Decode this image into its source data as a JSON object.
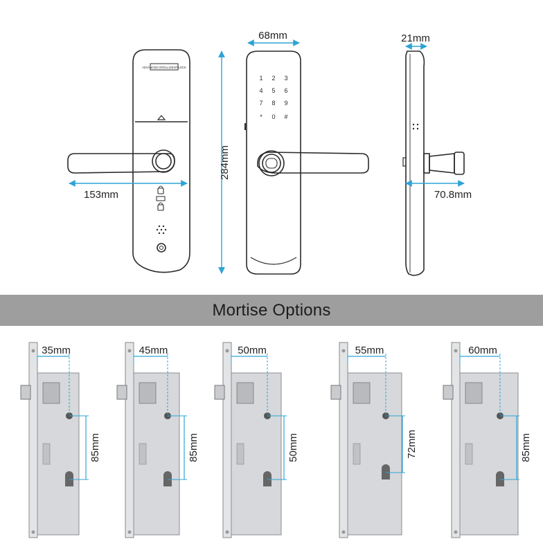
{
  "top_view": {
    "front": {
      "badge": "ADVANCED INTELLIGENT LOCK",
      "handle_length": "153mm"
    },
    "back": {
      "width_label": "68mm",
      "height_label": "284mm",
      "keypad_keys": [
        "1",
        "2",
        "3",
        "4",
        "5",
        "6",
        "7",
        "8",
        "9",
        "*",
        "0",
        "#"
      ]
    },
    "side": {
      "thickness_label": "21mm",
      "depth_label": "70.8mm"
    }
  },
  "banner": {
    "title": "Mortise Options"
  },
  "mortises": [
    {
      "backset": "35mm",
      "center": "85mm"
    },
    {
      "backset": "45mm",
      "center": "85mm"
    },
    {
      "backset": "50mm",
      "center": "50mm"
    },
    {
      "backset": "55mm",
      "center": "72mm"
    },
    {
      "backset": "60mm",
      "center": "85mm"
    }
  ],
  "colors": {
    "dimension": "#2fa3d6",
    "outline": "#2a2a2a",
    "banner": "#9e9e9e",
    "steel": "#d6d8db"
  }
}
